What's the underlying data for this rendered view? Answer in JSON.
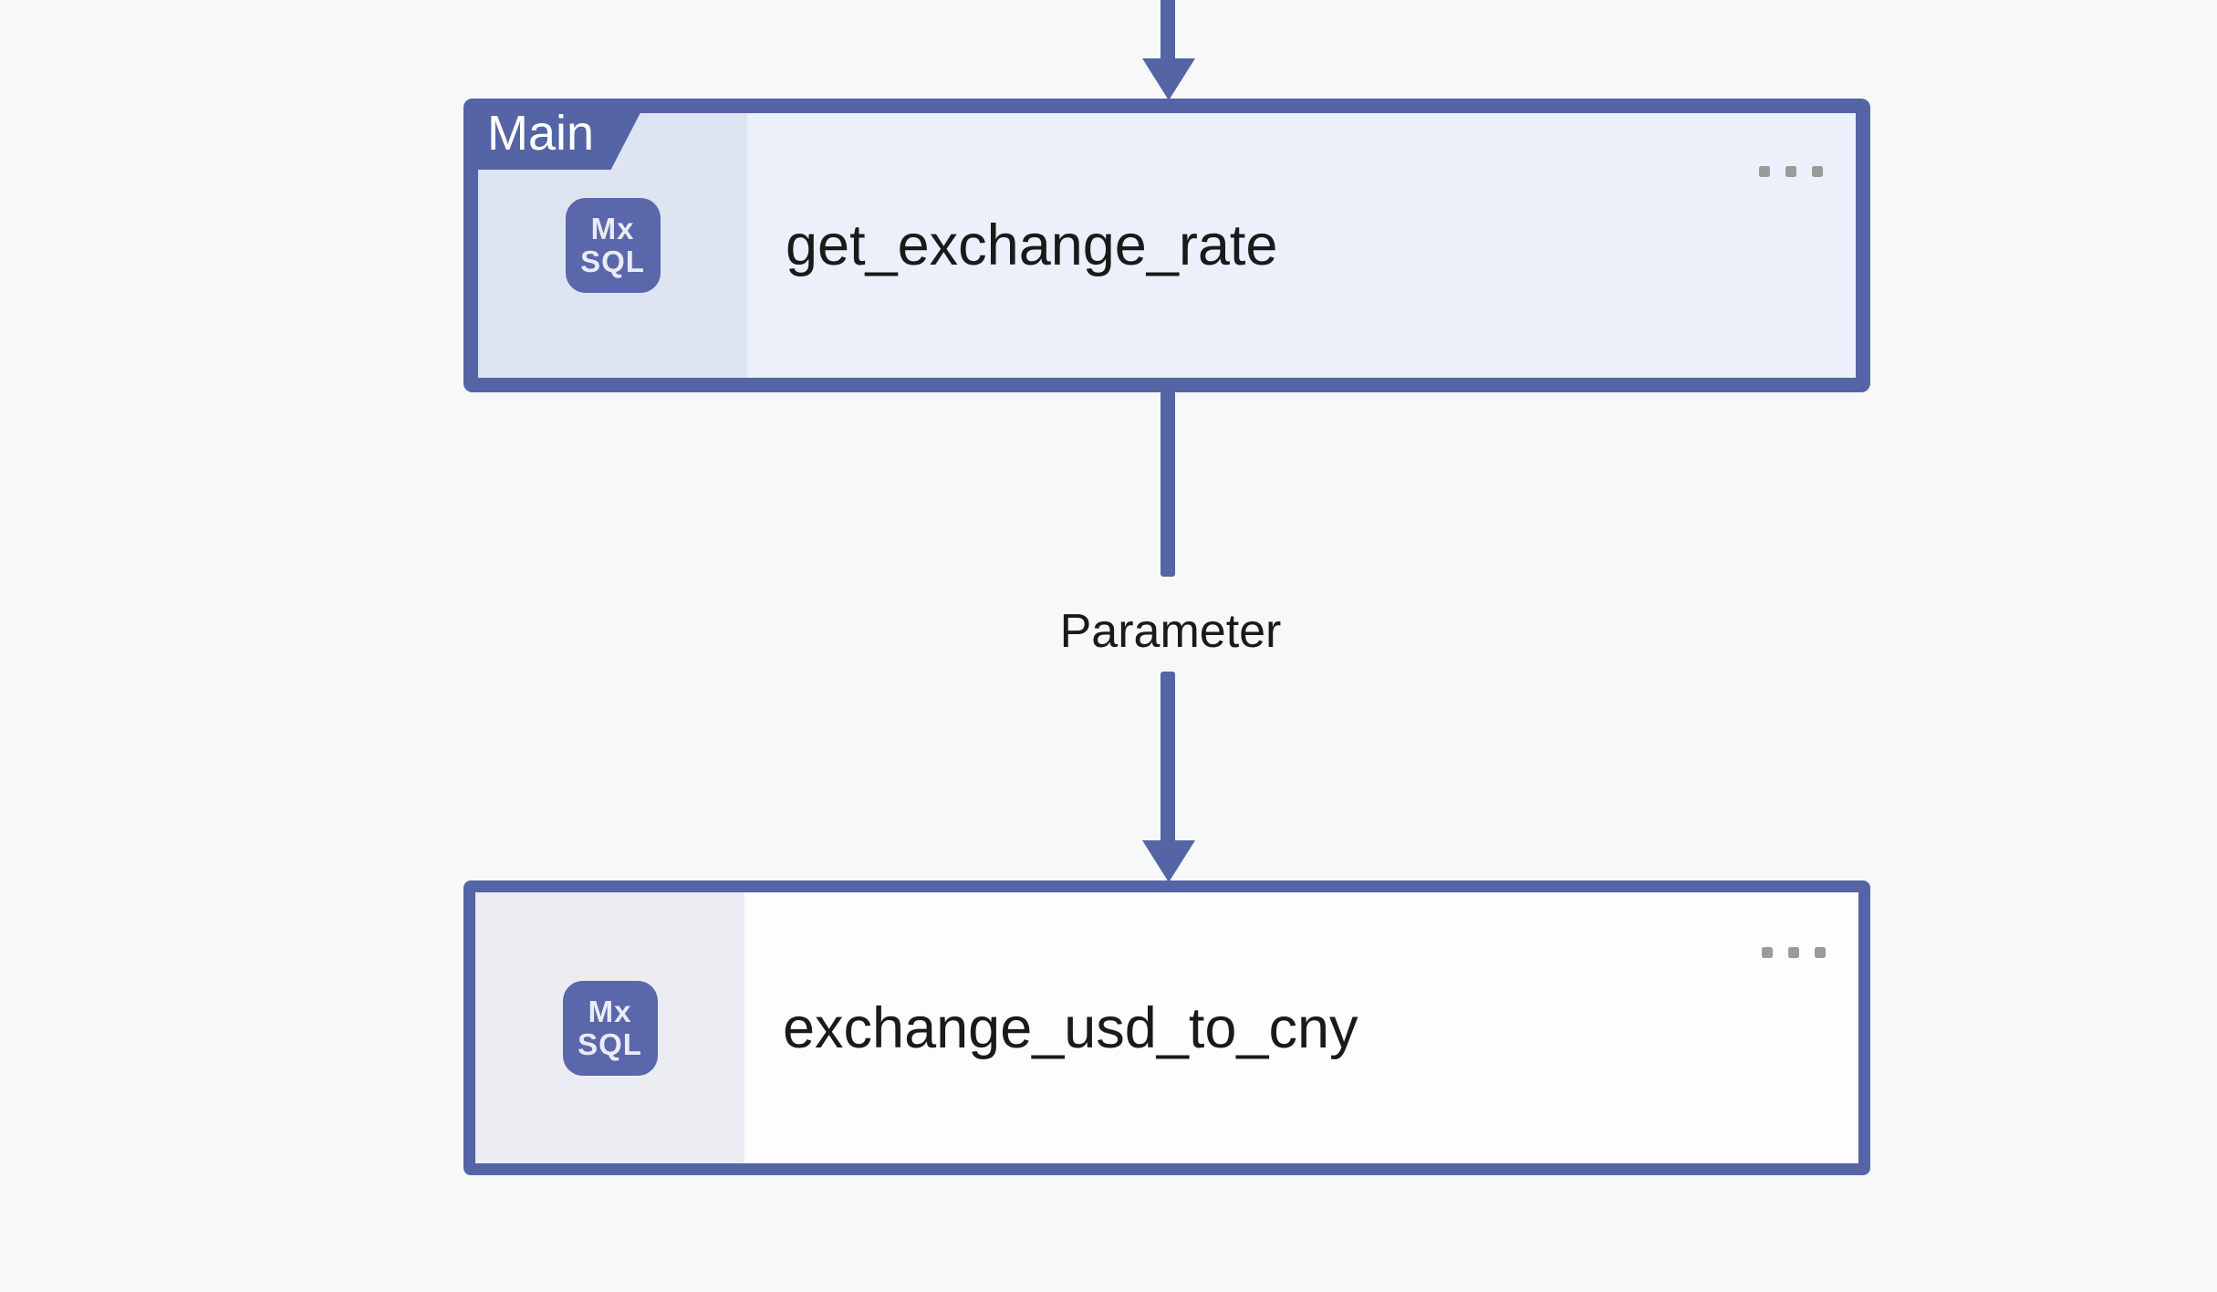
{
  "theme": {
    "canvas_bg": "#f7f8f8",
    "edge_color": "#5464a5",
    "node_border": "#5464a5",
    "node1_body_bg": "#ecf0fa",
    "node1_panel_bg": "#dee4f2",
    "node2_body_bg": "#fdfdfe",
    "node2_panel_bg": "#ebedf3",
    "icon_bg": "#5a67aa",
    "icon_text": "#e9ecf7",
    "dots_color": "#9b9b9b",
    "text_color": "#1a1a1a",
    "badge_text_color": "#ffffff"
  },
  "edge": {
    "label": "Parameter"
  },
  "nodes": [
    {
      "badge": "Main",
      "title": "get_exchange_rate",
      "icon": {
        "name": "mxsql-icon",
        "line1": "Mx",
        "line2": "SQL"
      },
      "menu_icon": "more-menu-icon"
    },
    {
      "title": "exchange_usd_to_cny",
      "icon": {
        "name": "mxsql-icon",
        "line1": "Mx",
        "line2": "SQL"
      },
      "menu_icon": "more-menu-icon"
    }
  ]
}
